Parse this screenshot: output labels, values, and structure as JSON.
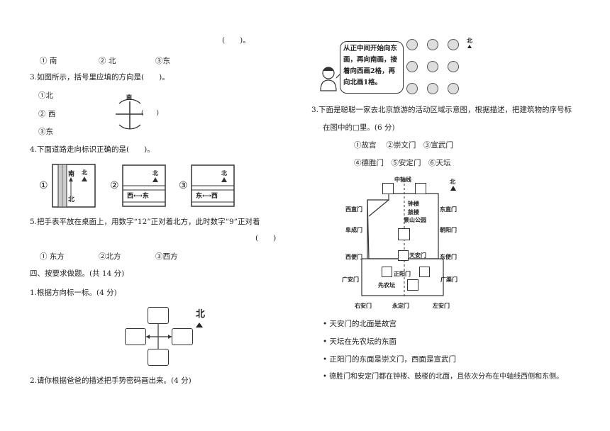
{
  "left": {
    "paren_line": "(　　)。",
    "opts_prev": [
      "① 南",
      "② 北",
      "③东"
    ],
    "q3": "3.如图所示，括号里应填的方向是(　　)。",
    "q3_opts": [
      "①北",
      "② 西",
      "③东"
    ],
    "q3_fig": {
      "top_label": "南",
      "bracket": "(　　)"
    },
    "q4": "4.下面道路走向标识正确的是(　　)。",
    "q4_figs": [
      {
        "num": "①",
        "road": "南↑北",
        "north": "北"
      },
      {
        "num": "②",
        "road": "西⟷东",
        "north": "北"
      },
      {
        "num": "③",
        "road": "东⟷西",
        "north": "北"
      }
    ],
    "q5": "5.把手表平放在桌面上，用数字“12”正对着北方，此时数字“9”正对着",
    "q5_paren": "(　　)",
    "q5_opts": [
      "① 东方",
      "②北方",
      "③西方"
    ],
    "section4": "四、按要求做题。(共 14 分)",
    "s4_q1": "1.根据方向标一标。(4 分)",
    "s4_q1_north": "北",
    "s4_q2": "2.请你根据爸爸的描述把手势密码画出来。(4 分)"
  },
  "right": {
    "bubble_text": "从正中间开始向东画，再向南画，接着向西画2格，再向北画1格。",
    "grid_north": "北",
    "q3_line1": "3.下面是聪聪一家去北京旅游的活动区域示意图，根据描述，把建筑物的序号标",
    "q3_line2": "在图中的□里。(6 分)",
    "buildings_row1": "①故宫　 ②崇文门　③宣武门",
    "buildings_row2": "④德胜门　⑤安定门　⑥天坛",
    "map": {
      "axis": "中轴线",
      "north": "北",
      "left_gates": [
        "西直门",
        "阜成门",
        "西便门",
        "广安门"
      ],
      "right_gates": [
        "东直门",
        "朝阳门",
        "东便门",
        "广渠门"
      ],
      "bottom_gates": [
        "右安门",
        "永定门",
        "左安门"
      ],
      "center": [
        "钟楼",
        "鼓楼",
        "景山公园"
      ],
      "tiananmen": "天安门",
      "zhengyangmen": "正阳门",
      "xiannongtan": "先农坛"
    },
    "clues": [
      "天安门的北面是故宫",
      "天坛在先农坛的东面",
      "正阳门的东面是崇文门，西面是宣武门",
      "德胜门和安定门都在钟楼、鼓楼的北面，且依次分布在中轴线西侧和东侧。"
    ]
  }
}
